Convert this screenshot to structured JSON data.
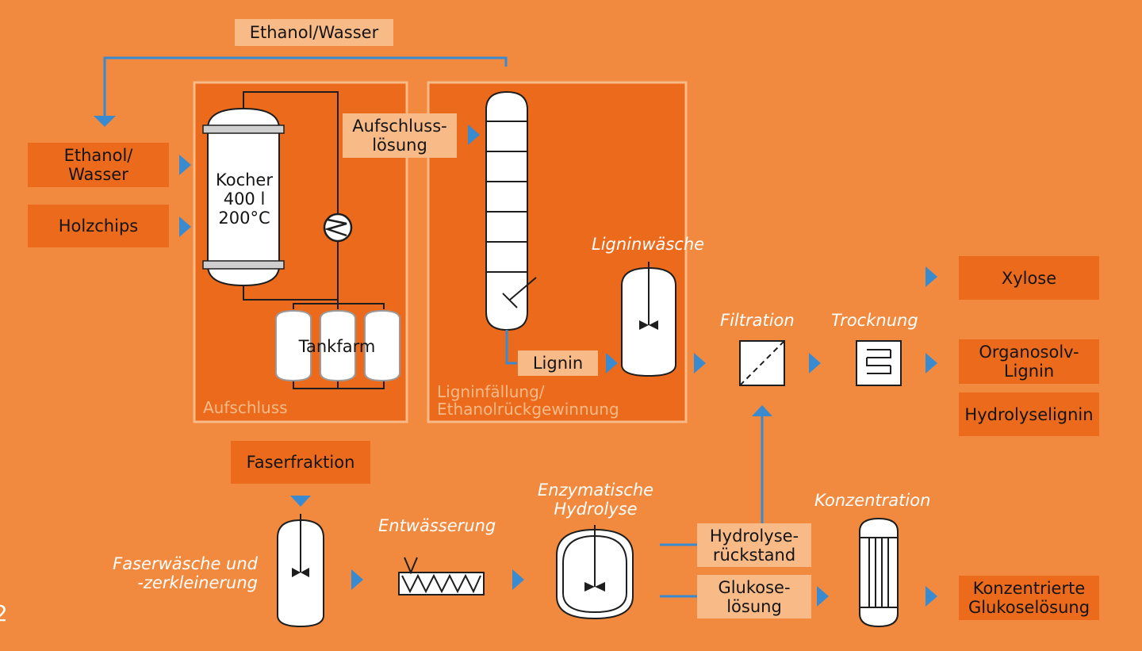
{
  "labels": {
    "ethanol_wasser_top": "Ethanol/Wasser",
    "ethanol_wasser_in": [
      "Ethanol/",
      "Wasser"
    ],
    "holzchips": "Holzchips",
    "kocher": [
      "Kocher",
      "400 l",
      "200°C"
    ],
    "tankfarm": "Tankfarm",
    "aufschluss": "Aufschluss",
    "aufschlussloesung": [
      "Aufschluss-",
      "lösung"
    ],
    "ligninfaellung": [
      "Ligninfällung/",
      "Ethanolrückgewinnung"
    ],
    "lignin": "Lignin",
    "ligninwaesche": "Ligninwäsche",
    "filtration": "Filtration",
    "trocknung": "Trocknung",
    "xylose": "Xylose",
    "organosolv_lignin": [
      "Organosolv-",
      "Lignin"
    ],
    "hydrolyselignin": "Hydrolyselignin",
    "faserfraktion": "Faserfraktion",
    "faserwaesche": [
      "Faserwäsche und",
      "-zerkleinerung"
    ],
    "entwaesserung": "Entwässerung",
    "enzymatische_hydrolyse": [
      "Enzymatische",
      "Hydrolyse"
    ],
    "hydrolyserueckstand": [
      "Hydrolyse-",
      "rückstand"
    ],
    "glukoseloesung": [
      "Glukose-",
      "lösung"
    ],
    "konzentration": "Konzentration",
    "konzentrierte_glukoseloesung": [
      "Konzentrierte",
      "Glukoselösung"
    ],
    "page_number": "2"
  },
  "colors": {
    "background": "#F18A3E",
    "box_dark": "#EC6A1C",
    "box_light": "#F8BB88",
    "arrow": "#3A8AD0",
    "equipment_fill": "#FFFFFF",
    "equipment_stroke": "#1E1E1E"
  }
}
